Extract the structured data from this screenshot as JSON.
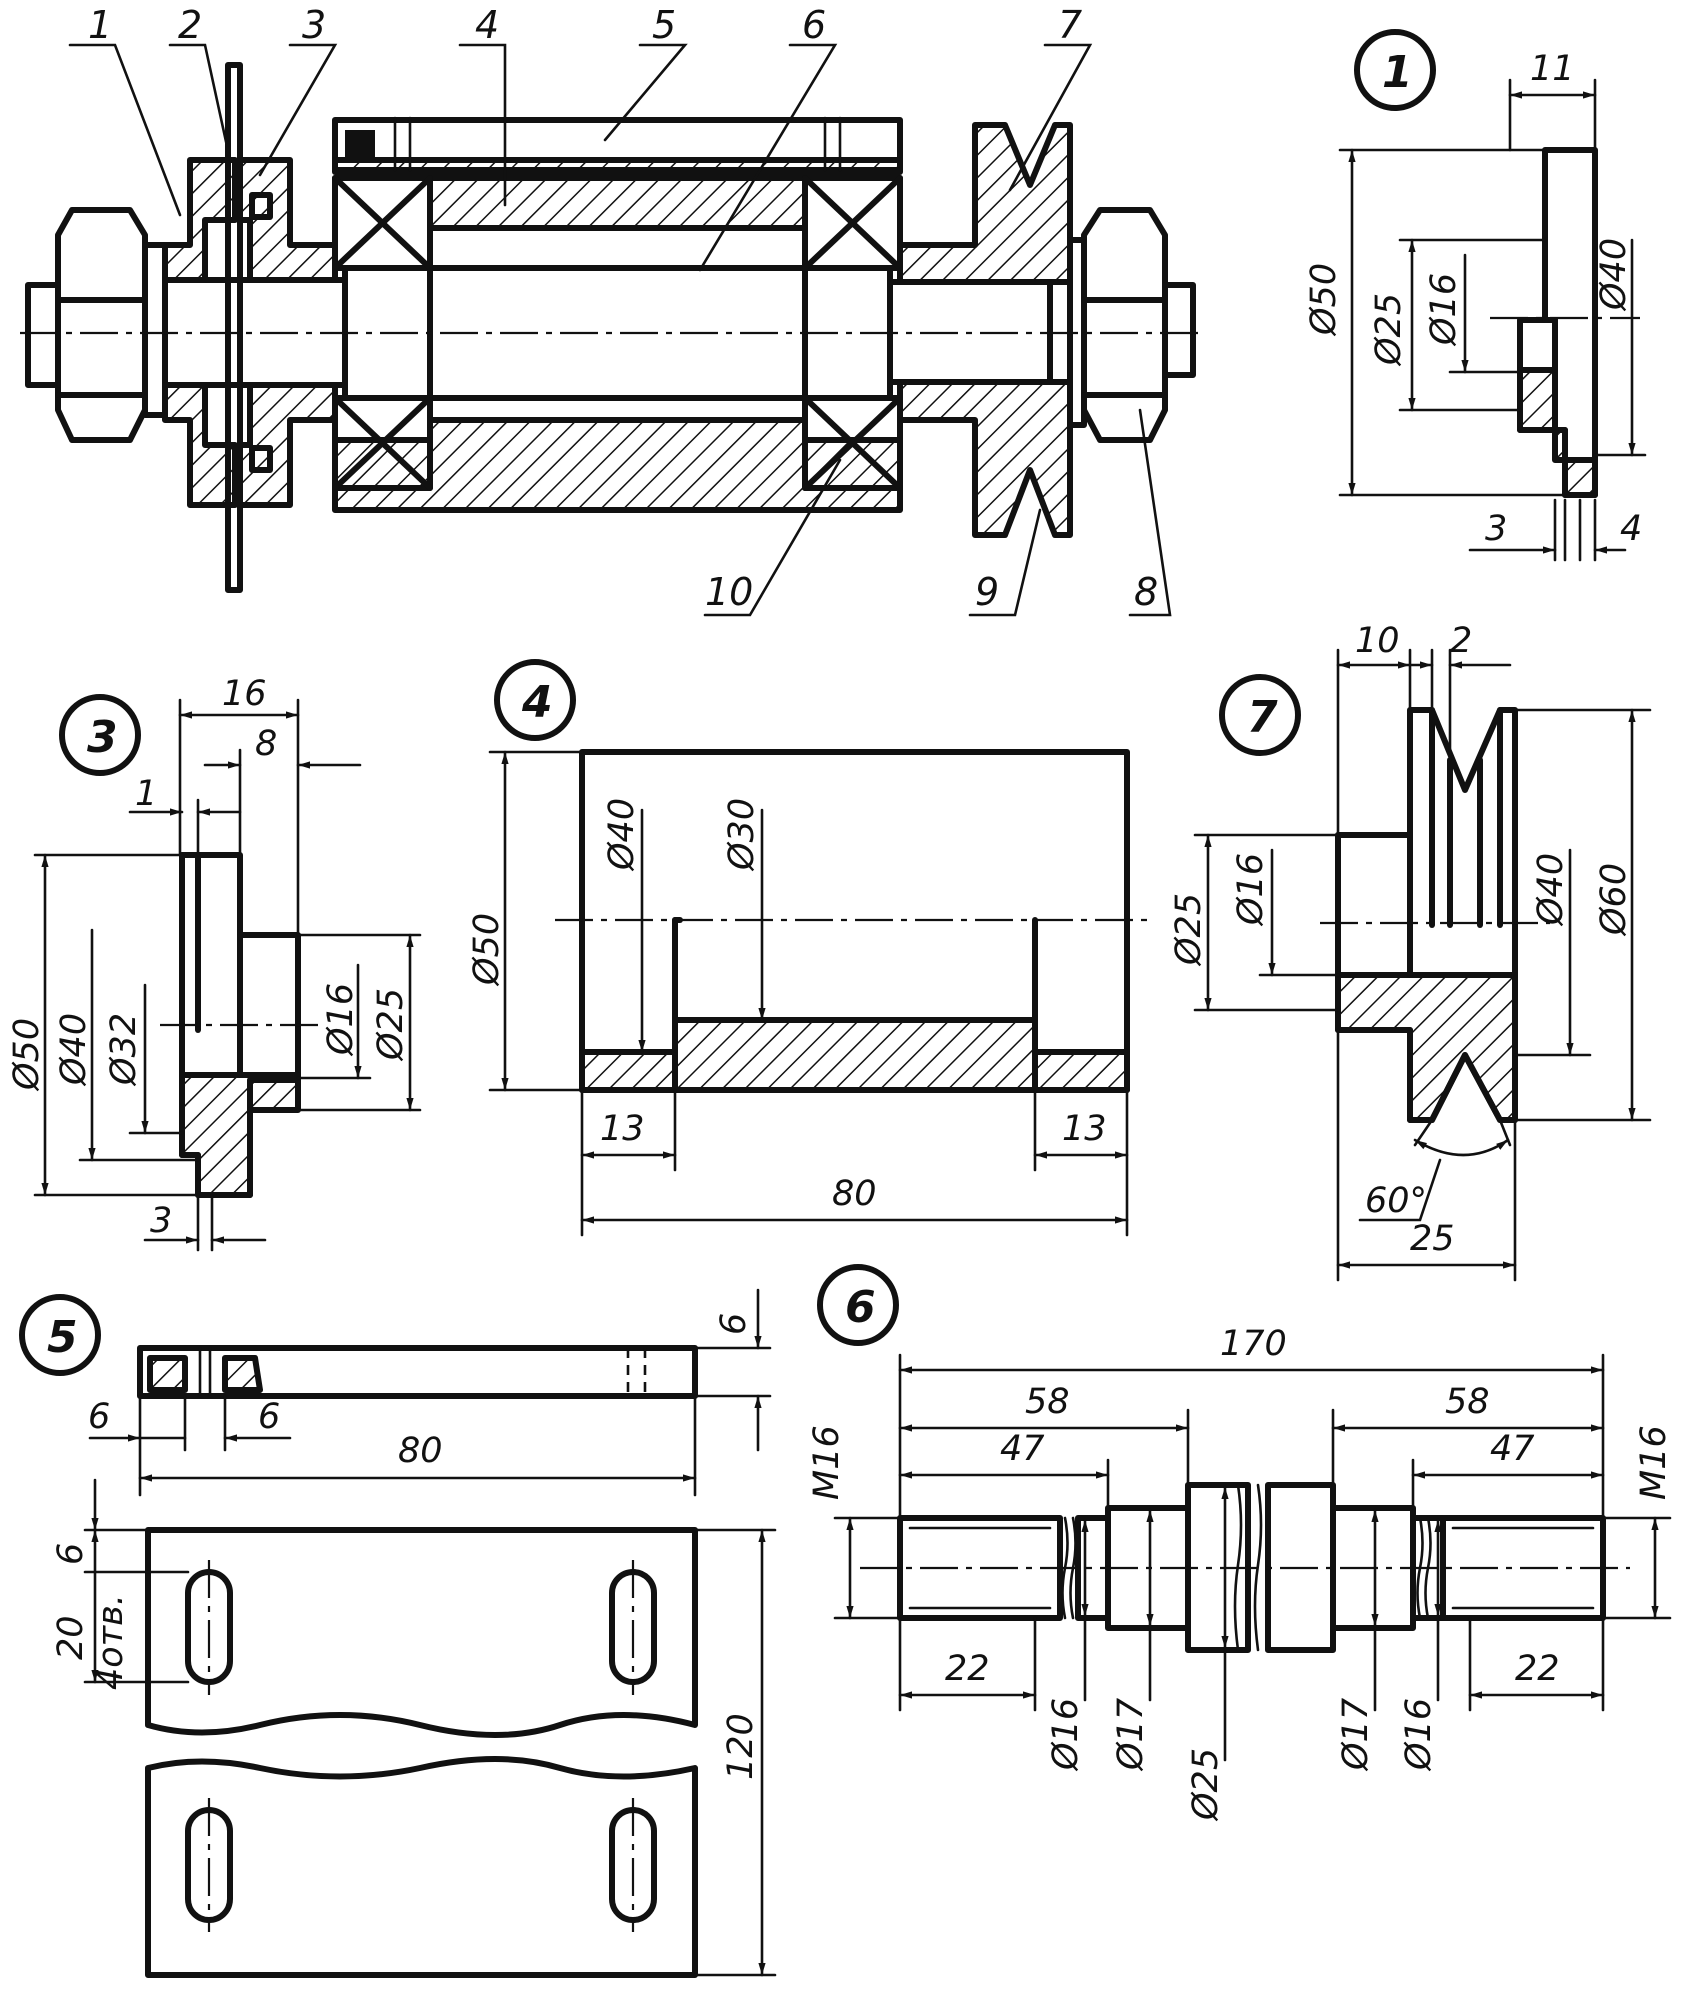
{
  "assembly": {
    "callouts": [
      "1",
      "2",
      "3",
      "4",
      "5",
      "6",
      "7",
      "8",
      "9",
      "10"
    ]
  },
  "detail1": {
    "number": "1",
    "dims": {
      "len_11": "11",
      "d50": "Ø50",
      "d25": "Ø25",
      "d16": "Ø16",
      "d40": "Ø40",
      "t3": "3",
      "t4": "4"
    }
  },
  "detail3": {
    "number": "3",
    "dims": {
      "len_16": "16",
      "len_8": "8",
      "len_1": "1",
      "d50": "Ø50",
      "d40": "Ø40",
      "d32": "Ø32",
      "d16": "Ø16",
      "d25": "Ø25",
      "t3": "3"
    }
  },
  "detail4": {
    "number": "4",
    "dims": {
      "d50": "Ø50",
      "d40": "Ø40",
      "d30": "Ø30",
      "l13a": "13",
      "l13b": "13",
      "l80": "80"
    }
  },
  "detail7": {
    "number": "7",
    "dims": {
      "l10": "10",
      "l2": "2",
      "d25": "Ø25",
      "d16": "Ø16",
      "d40": "Ø40",
      "d60": "Ø60",
      "angle": "60°",
      "l25": "25"
    }
  },
  "detail5": {
    "number": "5",
    "dims": {
      "t6": "6",
      "l6a": "6",
      "l6b": "6",
      "l80": "80",
      "v6": "6",
      "v20": "20",
      "holes": "4отв.",
      "v120": "120"
    }
  },
  "detail6": {
    "number": "6",
    "dims": {
      "l170": "170",
      "l58a": "58",
      "l58b": "58",
      "l47a": "47",
      "l47b": "47",
      "m16a": "M16",
      "m16b": "M16",
      "l22a": "22",
      "l22b": "22",
      "d16a": "Ø16",
      "d17a": "Ø17",
      "d25": "Ø25",
      "d17b": "Ø17",
      "d16b": "Ø16"
    }
  }
}
